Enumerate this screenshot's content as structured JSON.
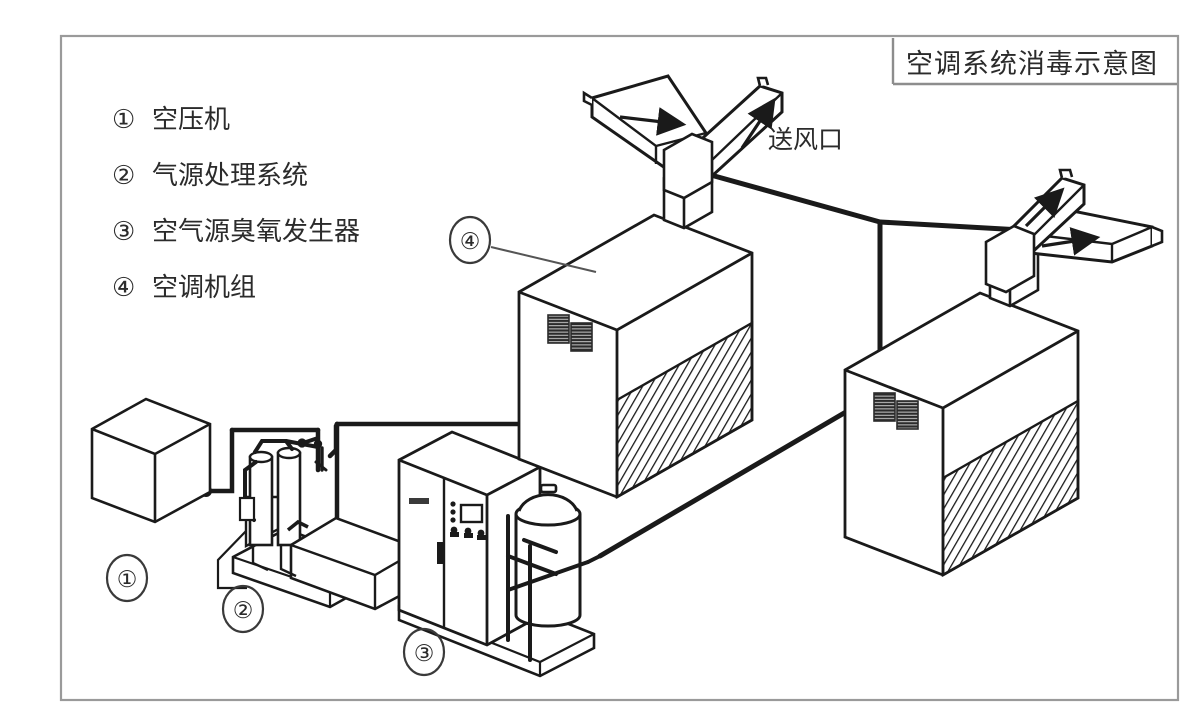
{
  "frame": {
    "border_color": "#9a9a9a",
    "background": "#ffffff"
  },
  "title_block": {
    "title": "空调系统消毒示意图",
    "border_color": "#8d8d8d"
  },
  "legend": {
    "items": [
      {
        "marker": "①",
        "label": "空压机"
      },
      {
        "marker": "②",
        "label": "气源处理系统"
      },
      {
        "marker": "③",
        "label": "空气源臭氧发生器"
      },
      {
        "marker": "④",
        "label": "空调机组"
      }
    ]
  },
  "callouts": [
    {
      "name": "air-compressor",
      "marker": "①"
    },
    {
      "name": "gas-treatment-system",
      "marker": "②"
    },
    {
      "name": "ozone-generator",
      "marker": "③"
    },
    {
      "name": "ac-unit",
      "marker": "④"
    }
  ],
  "annotations": {
    "supply_air_outlet": "送风口"
  },
  "colors": {
    "line": "#1a1a1a",
    "thin_line": "#3a3a3a",
    "hatch": "#1a1a1a",
    "grille": "#2b2b2b",
    "leader": "#555555"
  },
  "diagram": {
    "type": "isometric-schematic",
    "equipment": [
      {
        "id": 1,
        "name": "空压机",
        "shape": "box"
      },
      {
        "id": 2,
        "name": "气源处理系统",
        "shape": "twin-tower-skid"
      },
      {
        "id": 3,
        "name": "空气源臭氧发生器",
        "shape": "cabinet-with-tank"
      },
      {
        "id": 4,
        "name": "空调机组",
        "shape": "ahu-box",
        "count": 2
      }
    ],
    "ducts": [
      {
        "name": "left-supply-duct",
        "branches": 2,
        "arrows": 2
      },
      {
        "name": "right-supply-duct",
        "branches": 2,
        "arrows": 2
      }
    ]
  }
}
